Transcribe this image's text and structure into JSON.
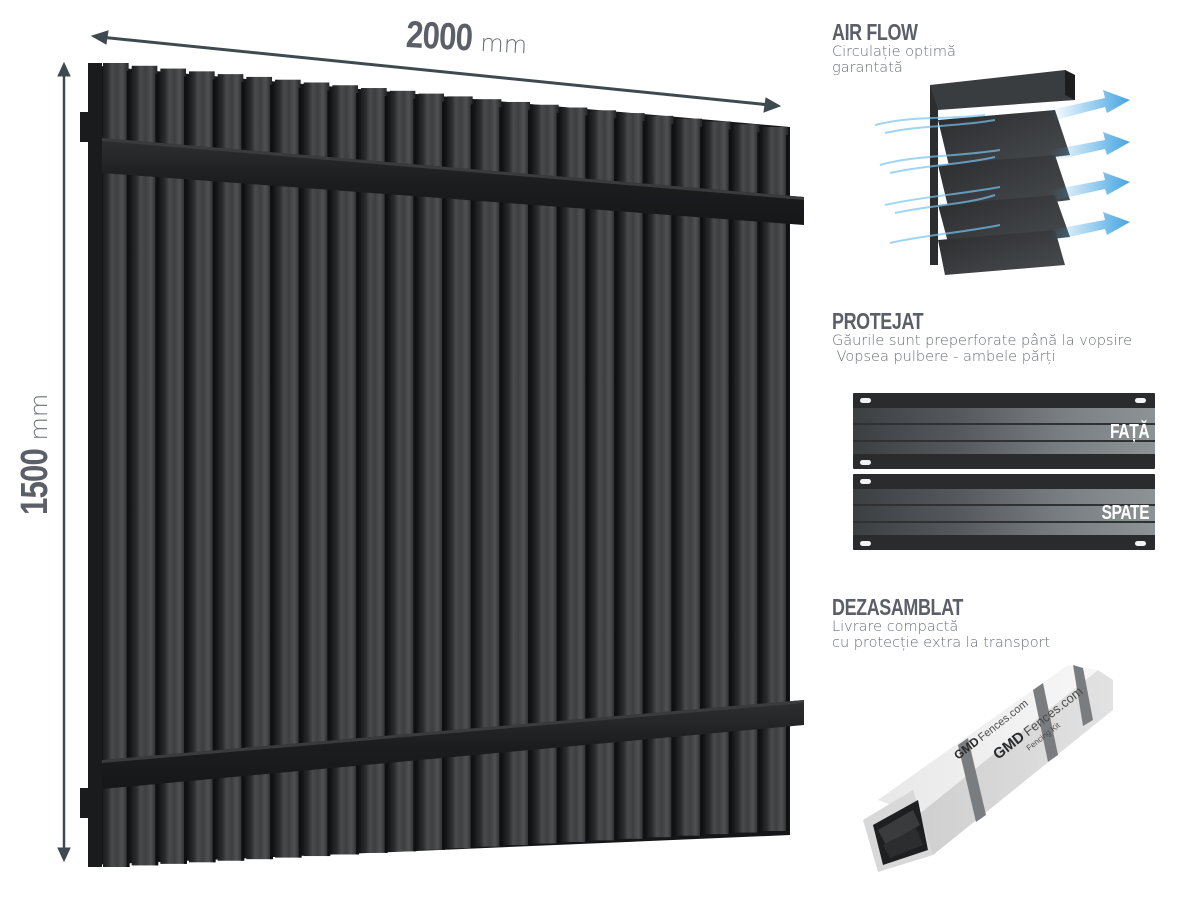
{
  "dimensions": {
    "width": {
      "value": "2000",
      "unit": "mm"
    },
    "height": {
      "value": "1500",
      "unit": "mm"
    }
  },
  "features": [
    {
      "id": "airflow",
      "title": "AIR FLOW",
      "lines": [
        "Circulație optimă",
        "garantată"
      ],
      "icon": "louvre-airflow-illustration"
    },
    {
      "id": "protejat",
      "title": "PROTEJAT",
      "lines": [
        "Găurile sunt preperforate până la vopsire",
        " Vopsea pulbere - ambele părți"
      ],
      "icon": "panel-front-back-illustration",
      "panels": [
        {
          "label": "FAȚĂ"
        },
        {
          "label": "SPATE"
        }
      ]
    },
    {
      "id": "dezasamblat",
      "title": "DEZASAMBLAT",
      "lines": [
        "Livrare compactă",
        "cu protecție extra la transport"
      ],
      "icon": "package-box-illustration",
      "package": {
        "brand": "GMDFences.com",
        "subtitle": "Fencing Kit"
      }
    }
  ],
  "colors": {
    "text_heading": "#5b6068",
    "text_body": "#6a6f77",
    "fence_dark": "#1e1f20",
    "fence_slat": "#3a3b3c",
    "arrow": "#3e4a4f",
    "airflow_blue": "#3aa0e0"
  }
}
